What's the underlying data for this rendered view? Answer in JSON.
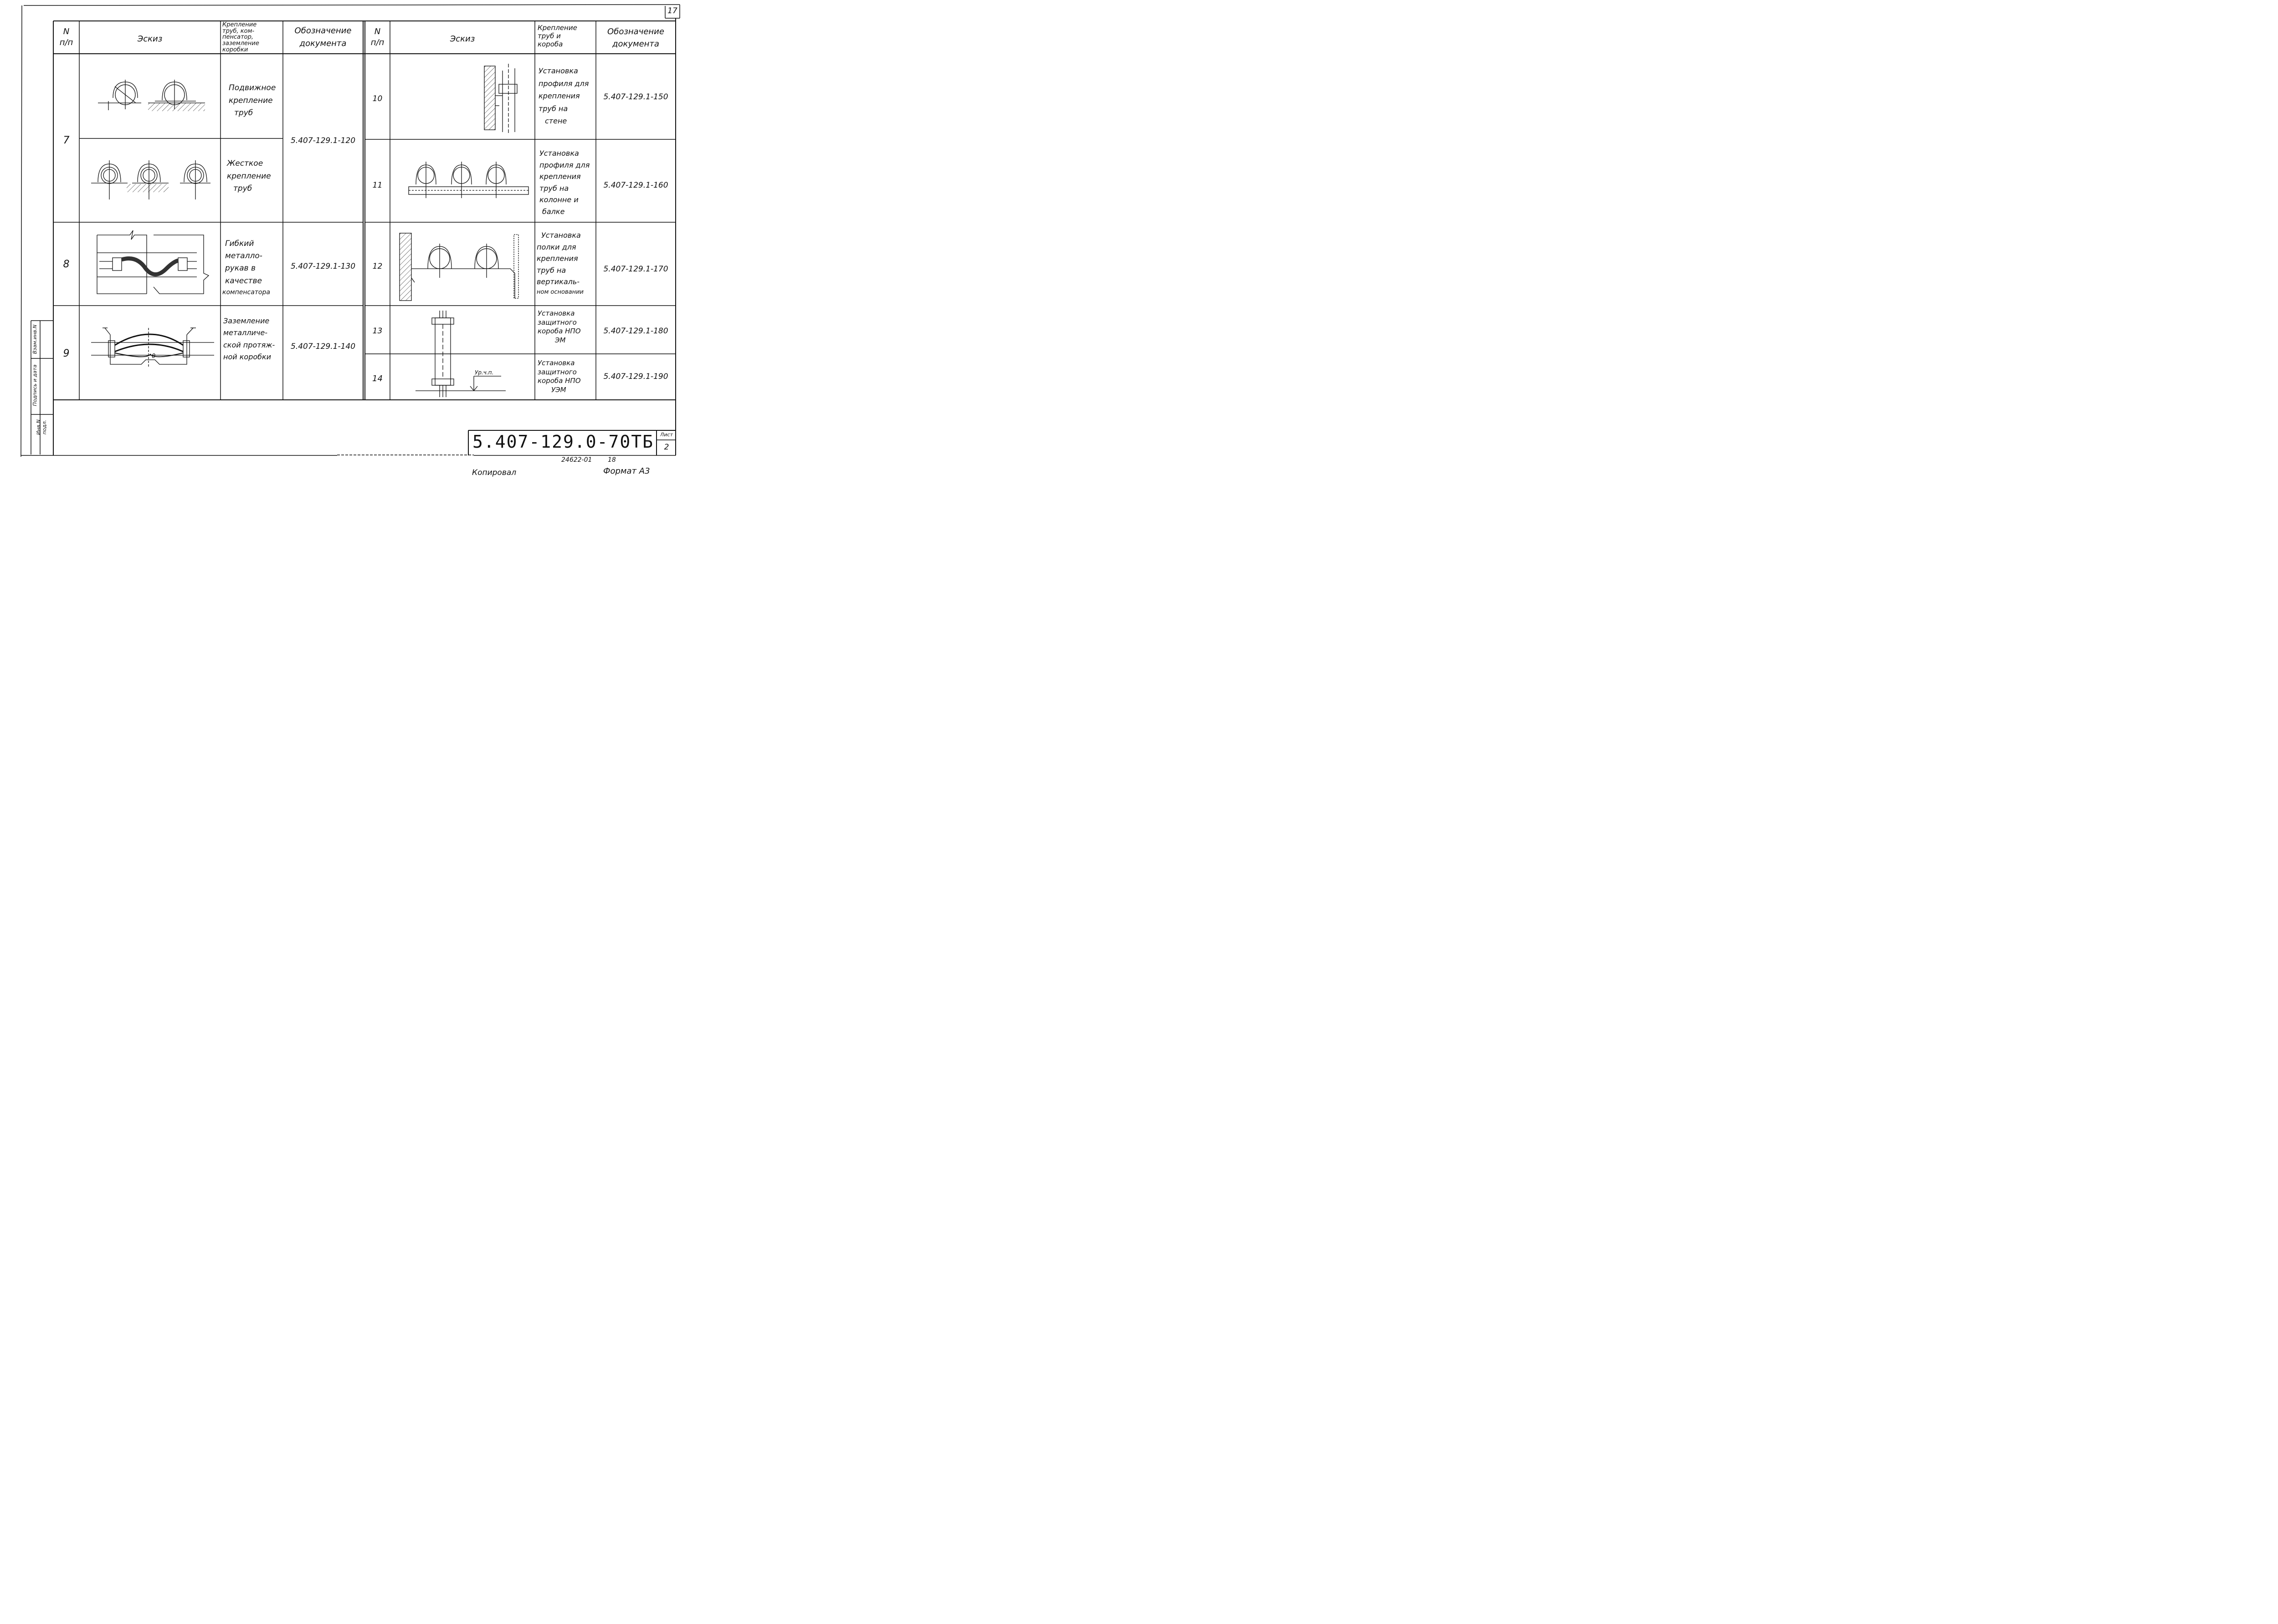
{
  "sheet_number": "17",
  "header": {
    "num_label_1": "N",
    "num_label_2": "п/п",
    "sketch": "Эскиз",
    "fastening_left": [
      "Крепление",
      "труб, ком-",
      "пенсатор,",
      "заземление",
      "коробки"
    ],
    "designation": [
      "Обозначение",
      "документа"
    ],
    "fastening_right": [
      "Крепление",
      "труб и",
      "короба"
    ]
  },
  "left_rows": [
    {
      "num": "7",
      "desc": [
        "Подвижное",
        "крепление",
        "труб"
      ],
      "doc": "5.407-129.1-120"
    },
    {
      "num": "",
      "desc": [
        "Жесткое",
        "крепление",
        "труб"
      ],
      "doc": ""
    },
    {
      "num": "8",
      "desc": [
        "Гибкий",
        "металло-",
        "рукав в",
        "качестве",
        "компенсатора"
      ],
      "doc": "5.407-129.1-130"
    },
    {
      "num": "9",
      "desc": [
        "Заземление",
        "металличе-",
        "ской протяж-",
        "ной коробки"
      ],
      "doc": "5.407-129.1-140"
    }
  ],
  "right_rows": [
    {
      "num": "10",
      "desc": [
        "Установка",
        "профиля для",
        "крепления",
        "труб на",
        "стене"
      ],
      "doc": "5.407-129.1-150"
    },
    {
      "num": "11",
      "desc": [
        "Установка",
        "профиля для",
        "крепления",
        "труб на",
        "колонне и",
        "балке"
      ],
      "doc": "5.407-129.1-160"
    },
    {
      "num": "12",
      "desc": [
        "Установка",
        "полки для",
        "крепления",
        "труб на",
        "вертикаль-",
        "ном основании"
      ],
      "doc": "5.407-129.1-170"
    },
    {
      "num": "13",
      "desc": [
        "Установка",
        "защитного",
        "короба НПО",
        "ЭМ"
      ],
      "doc": "5.407-129.1-180"
    },
    {
      "num": "14",
      "desc": [
        "Установка",
        "защитного",
        "короба НПО",
        "УЭМ"
      ],
      "doc": "5.407-129.1-190"
    }
  ],
  "sketch_labels": {
    "level_mark": "Ур.ч.п.",
    "zero": "0"
  },
  "side_stamp": [
    "Инв.N подл.",
    "Подпись и дата",
    "Взам.инв.N"
  ],
  "title_block": {
    "code": "5.407-129.0-70ТБ",
    "sheet_label": "Лист",
    "sheet_value": "2"
  },
  "footer": {
    "order": "24622-01",
    "order_page": "18",
    "copied": "Копировал",
    "format": "Формат А3"
  }
}
